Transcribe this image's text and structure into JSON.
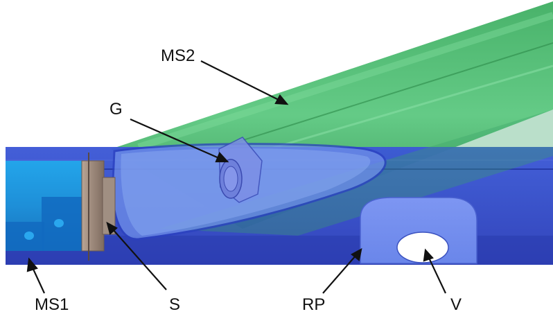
{
  "labels": {
    "ms2": "MS2",
    "g": "G",
    "ms1": "MS1",
    "s": "S",
    "rp": "RP",
    "v": "V"
  },
  "colors": {
    "blue_tube": "#2f45c4",
    "blue_light": "#5a78e8",
    "green_tube": "#43b46a",
    "cyan_part": "#1e9be0",
    "bronze": "#9c8878",
    "background": "#ffffff",
    "text": "#111111"
  }
}
